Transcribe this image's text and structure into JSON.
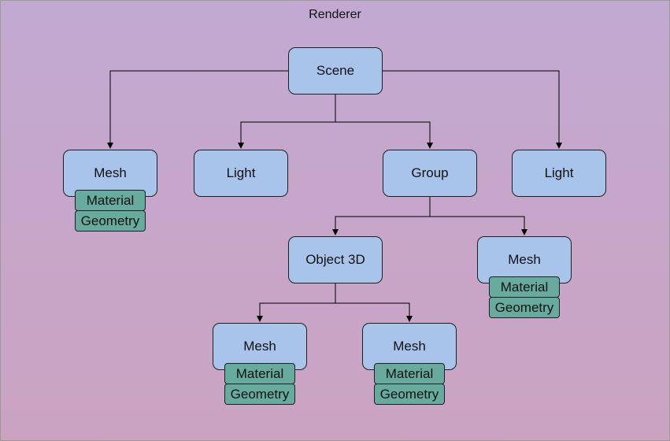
{
  "title": "Renderer",
  "nodes": {
    "scene": "Scene",
    "mesh_left": "Mesh",
    "light_1": "Light",
    "group": "Group",
    "light_2": "Light",
    "object3d": "Object 3D",
    "mesh_group": "Mesh",
    "mesh_obj_1": "Mesh",
    "mesh_obj_2": "Mesh"
  },
  "mesh_parts": {
    "material": "Material",
    "geometry": "Geometry"
  },
  "colors": {
    "node_fill": "#a9c4eb",
    "part_fill": "#67ab9f",
    "background_top": "#c2a9d2",
    "background_bottom": "#cba3c1"
  }
}
